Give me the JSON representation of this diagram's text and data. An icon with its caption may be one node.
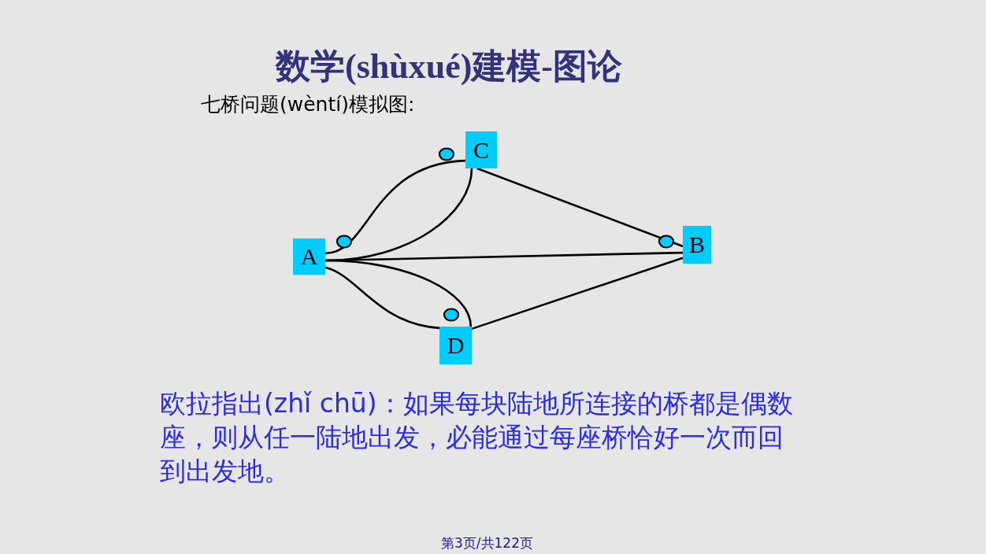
{
  "diagram": {
    "title": "数学(shùxué)建模-图论",
    "nodes": [
      {
        "text": [
          "A"
        ]
      },
      {
        "text": [
          "B"
        ]
      },
      {
        "text": [
          "C"
        ]
      },
      {
        "text": [
          "D"
        ]
      }
    ],
    "edges": [
      {
        "from": 0,
        "to": 2,
        "arrow": "none"
      },
      {
        "from": 0,
        "to": 2,
        "arrow": "none"
      },
      {
        "from": 0,
        "to": 3,
        "arrow": "none"
      },
      {
        "from": 0,
        "to": 3,
        "arrow": "none"
      },
      {
        "from": 0,
        "to": 1,
        "arrow": "none"
      },
      {
        "from": 2,
        "to": 1,
        "arrow": "none"
      },
      {
        "from": 3,
        "to": 1,
        "arrow": "none"
      }
    ],
    "labels": [
      "七桥问题(wèntí)模拟图:",
      "欧拉指出(zhǐ chū)：如果每块陆地所连接的桥都是偶数座，则从任一陆地出发，必能通过每座桥恰好一次而回到出发地。",
      "第3页/共122页"
    ]
  }
}
